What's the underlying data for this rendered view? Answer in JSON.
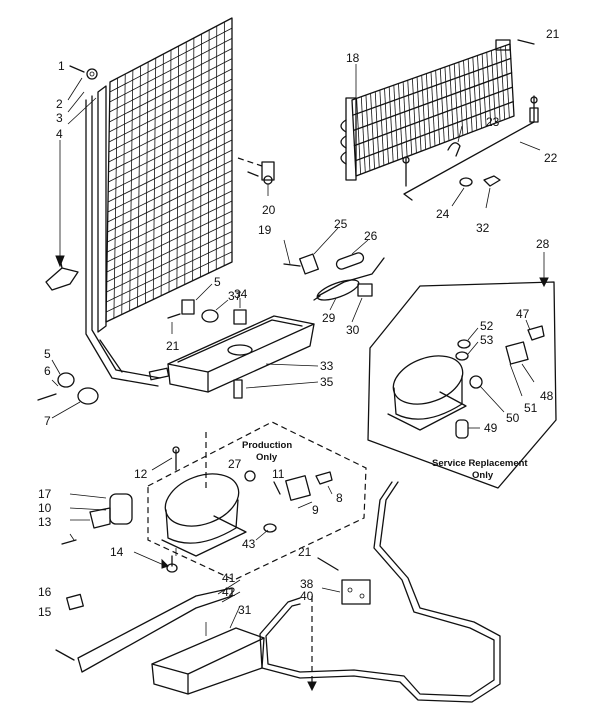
{
  "callouts": [
    {
      "id": "c1",
      "text": "1"
    },
    {
      "id": "c2",
      "text": "2"
    },
    {
      "id": "c3",
      "text": "3"
    },
    {
      "id": "c4",
      "text": "4"
    },
    {
      "id": "c5a",
      "text": "5"
    },
    {
      "id": "c5b",
      "text": "5"
    },
    {
      "id": "c6",
      "text": "6"
    },
    {
      "id": "c7",
      "text": "7"
    },
    {
      "id": "c8",
      "text": "8"
    },
    {
      "id": "c9",
      "text": "9"
    },
    {
      "id": "c10",
      "text": "10"
    },
    {
      "id": "c11",
      "text": "11"
    },
    {
      "id": "c12",
      "text": "12"
    },
    {
      "id": "c13",
      "text": "13"
    },
    {
      "id": "c14",
      "text": "14"
    },
    {
      "id": "c15",
      "text": "15"
    },
    {
      "id": "c16",
      "text": "16"
    },
    {
      "id": "c17",
      "text": "17"
    },
    {
      "id": "c18",
      "text": "18"
    },
    {
      "id": "c19",
      "text": "19"
    },
    {
      "id": "c20",
      "text": "20"
    },
    {
      "id": "c21a",
      "text": "21"
    },
    {
      "id": "c21b",
      "text": "21"
    },
    {
      "id": "c21c",
      "text": "21"
    },
    {
      "id": "c22",
      "text": "22"
    },
    {
      "id": "c23",
      "text": "23"
    },
    {
      "id": "c24",
      "text": "24"
    },
    {
      "id": "c25",
      "text": "25"
    },
    {
      "id": "c26",
      "text": "26"
    },
    {
      "id": "c27",
      "text": "27"
    },
    {
      "id": "c28",
      "text": "28"
    },
    {
      "id": "c29",
      "text": "29"
    },
    {
      "id": "c30",
      "text": "30"
    },
    {
      "id": "c31",
      "text": "31"
    },
    {
      "id": "c32",
      "text": "32"
    },
    {
      "id": "c33",
      "text": "33"
    },
    {
      "id": "c34",
      "text": "34"
    },
    {
      "id": "c35",
      "text": "35"
    },
    {
      "id": "c37",
      "text": "37"
    },
    {
      "id": "c38",
      "text": "38"
    },
    {
      "id": "c40",
      "text": "40"
    },
    {
      "id": "c41",
      "text": "41"
    },
    {
      "id": "c42",
      "text": "42"
    },
    {
      "id": "c43",
      "text": "43"
    },
    {
      "id": "c47",
      "text": "47"
    },
    {
      "id": "c48",
      "text": "48"
    },
    {
      "id": "c49",
      "text": "49"
    },
    {
      "id": "c50",
      "text": "50"
    },
    {
      "id": "c51",
      "text": "51"
    },
    {
      "id": "c52",
      "text": "52"
    },
    {
      "id": "c53",
      "text": "53"
    }
  ],
  "notes": {
    "production_line1": "Production",
    "production_line2": "Only",
    "service_line1": "Service Replacement",
    "service_line2": "Only"
  }
}
